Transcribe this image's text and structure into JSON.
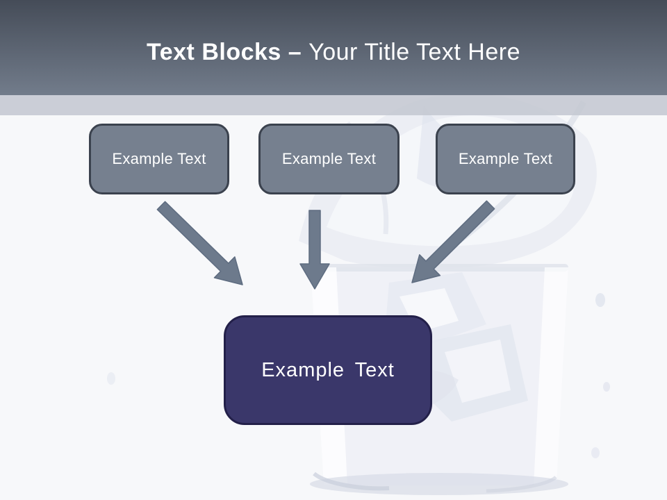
{
  "slide_title": {
    "bold_part": "Text Blocks –",
    "regular_part": "Your Title Text Here"
  },
  "text_blocks": {
    "top": [
      "Example Text",
      "Example Text",
      "Example Text"
    ],
    "center": "Example Text"
  },
  "colors": {
    "header_top": "#454c58",
    "header_bottom": "#727c8b",
    "divider_band": "#c3c7d0",
    "content_bg": "#f7f8fa",
    "block_fill": "#76808f",
    "block_border": "#3b424e",
    "center_fill": "#3a376a",
    "center_border": "#232049",
    "arrow_fill": "#6d7a8c",
    "arrow_edge": "#5e6c80",
    "title_text": "#ffffff"
  }
}
